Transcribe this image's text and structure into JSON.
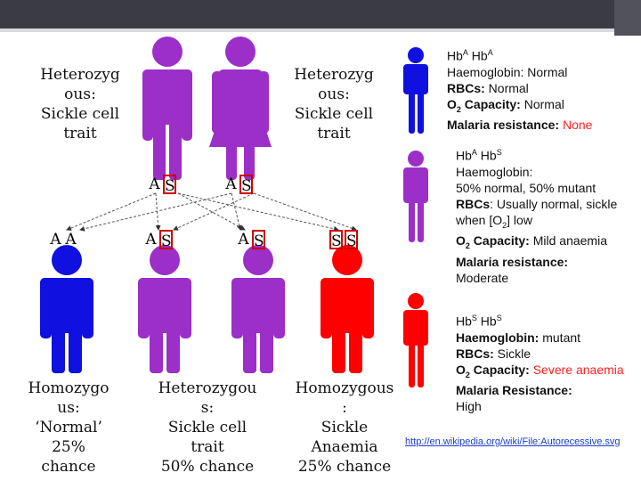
{
  "colors": {
    "purple": "#9b2fc8",
    "blue": "#1010e0",
    "red": "#ff0000",
    "accent_red": "#ff2020"
  },
  "parents": {
    "left_label": "Heterozygous: Sickle cell trait",
    "left_label_lines": [
      "Heterozyg",
      "ous:",
      "Sickle cell",
      "trait"
    ],
    "right_label_lines": [
      "Heterozyg",
      "ous:",
      "Sickle cell",
      "trait"
    ],
    "left_alleles": [
      "A",
      "S"
    ],
    "right_alleles": [
      "A",
      "S"
    ]
  },
  "children": [
    {
      "alleles": [
        "A",
        "A"
      ],
      "label_lines": [
        "Homozygo",
        "us:",
        "‘Normal’",
        "25%",
        "chance"
      ]
    },
    {
      "alleles": [
        "A",
        "S"
      ],
      "label_lines": [
        "Heterozygou",
        "s:",
        "Sickle cell",
        "trait",
        "50% chance"
      ]
    },
    {
      "alleles": [
        "A",
        "S"
      ],
      "label_lines": []
    },
    {
      "alleles": [
        "S",
        "S"
      ],
      "label_lines": [
        "Homozygous",
        ":",
        "Sickle",
        "Anaemia",
        "25% chance"
      ]
    }
  ],
  "info": {
    "normal": {
      "title_a": "Hb",
      "sup_a": "A",
      "title_b": " Hb",
      "sup_b": "A",
      "hb_label": "Haemoglobin:",
      "hb_value": " Normal",
      "rbc_label": "RBCs:",
      "rbc_value": " Normal",
      "o2_label": "O",
      "o2_sub": "2",
      "o2_rest": " Capacity:",
      "o2_value": " Normal",
      "mal_label": "Malaria resistance:",
      "mal_value": " None"
    },
    "trait": {
      "title_a": "Hb",
      "sup_a": "A",
      "title_b": " Hb",
      "sup_b": "S",
      "hb_label": "Haemoglobin:",
      "hb_value": "50% normal, 50% mutant",
      "rbc_label": "RBCs",
      "rbc_value": ": Usually normal, sickle when [O",
      "rbc_sub": "2",
      "rbc_tail": "] low",
      "o2_label": "O",
      "o2_sub": "2",
      "o2_rest": " Capacity:",
      "o2_value": " Mild anaemia",
      "mal_label": "Malaria resistance:",
      "mal_value": "Moderate"
    },
    "sickle": {
      "title_a": "Hb",
      "sup_a": "S",
      "title_b": " Hb",
      "sup_b": "S",
      "hb_label": "Haemoglobin:",
      "hb_value": " mutant",
      "rbc_label": "RBCs:",
      "rbc_value": " Sickle",
      "o2_label": "O",
      "o2_sub": "2",
      "o2_rest": " Capacity:",
      "o2_value": " Severe anaemia",
      "mal_label": "Malaria Resistance:",
      "mal_value": "High"
    }
  },
  "source_link": "http://en.wikipedia.org/wiki/File:Autorecessive.svg"
}
